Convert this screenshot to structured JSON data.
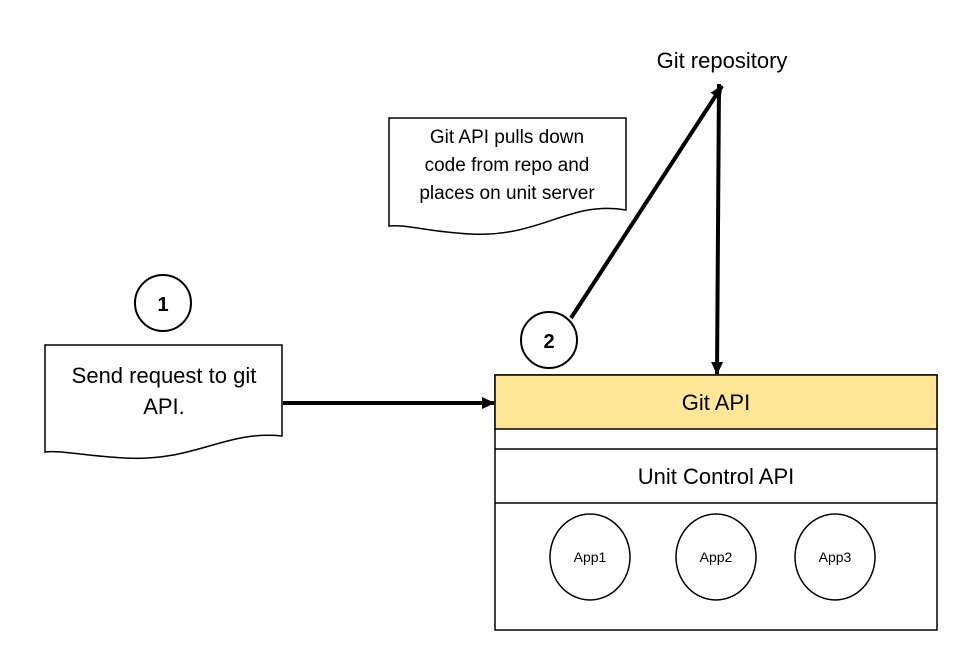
{
  "colors": {
    "git_api_fill": "#FFE699",
    "stroke": "#000000",
    "background": "#FFFFFF"
  },
  "repository": {
    "label": "Git repository"
  },
  "note": {
    "lines": [
      "Git API pulls down",
      "code from repo and",
      "places on unit server"
    ]
  },
  "step1": {
    "number": "1",
    "lines": [
      "Send request to git",
      "API."
    ]
  },
  "step2": {
    "number": "2"
  },
  "server": {
    "git_api_label": "Git API",
    "unit_control_label": "Unit Control API",
    "apps": [
      "App1",
      "App2",
      "App3"
    ]
  }
}
